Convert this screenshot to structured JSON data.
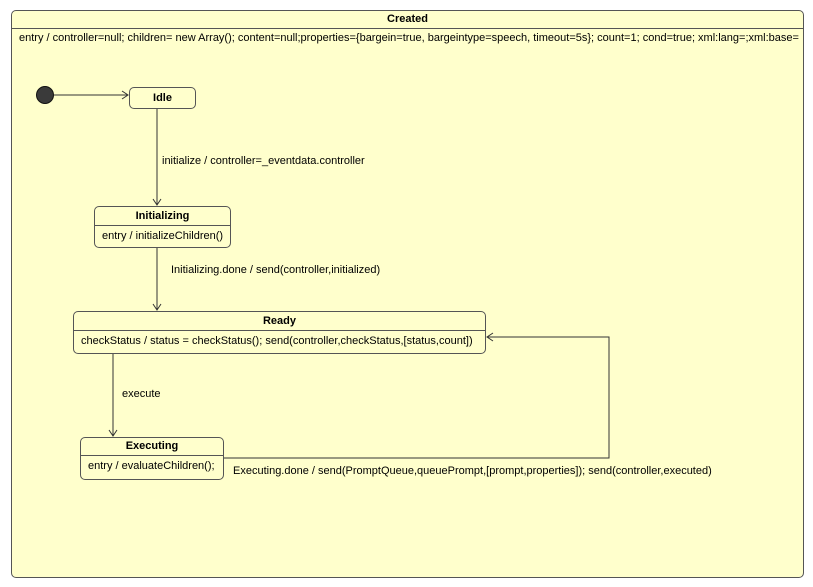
{
  "outer": {
    "title": "Created",
    "entry": "entry / controller=null; children= new Array(); content=null;properties={bargein=true, bargeintype=speech, timeout=5s}; count=1; cond=true; xml:lang=;xml:base="
  },
  "states": {
    "idle": {
      "title": "Idle"
    },
    "initializing": {
      "title": "Initializing",
      "body": "entry / initializeChildren()"
    },
    "ready": {
      "title": "Ready",
      "body": "checkStatus / status = checkStatus(); send(controller,checkStatus,[status,count])"
    },
    "executing": {
      "title": "Executing",
      "body": "entry / evaluateChildren();"
    }
  },
  "transitions": {
    "t_initialize": "initialize / controller=_eventdata.controller",
    "t_initialized": "Initializing.done / send(controller,initialized)",
    "t_execute": "execute",
    "t_executed": "Executing.done / send(PromptQueue,queuePrompt,[prompt,properties]); send(controller,executed)"
  }
}
